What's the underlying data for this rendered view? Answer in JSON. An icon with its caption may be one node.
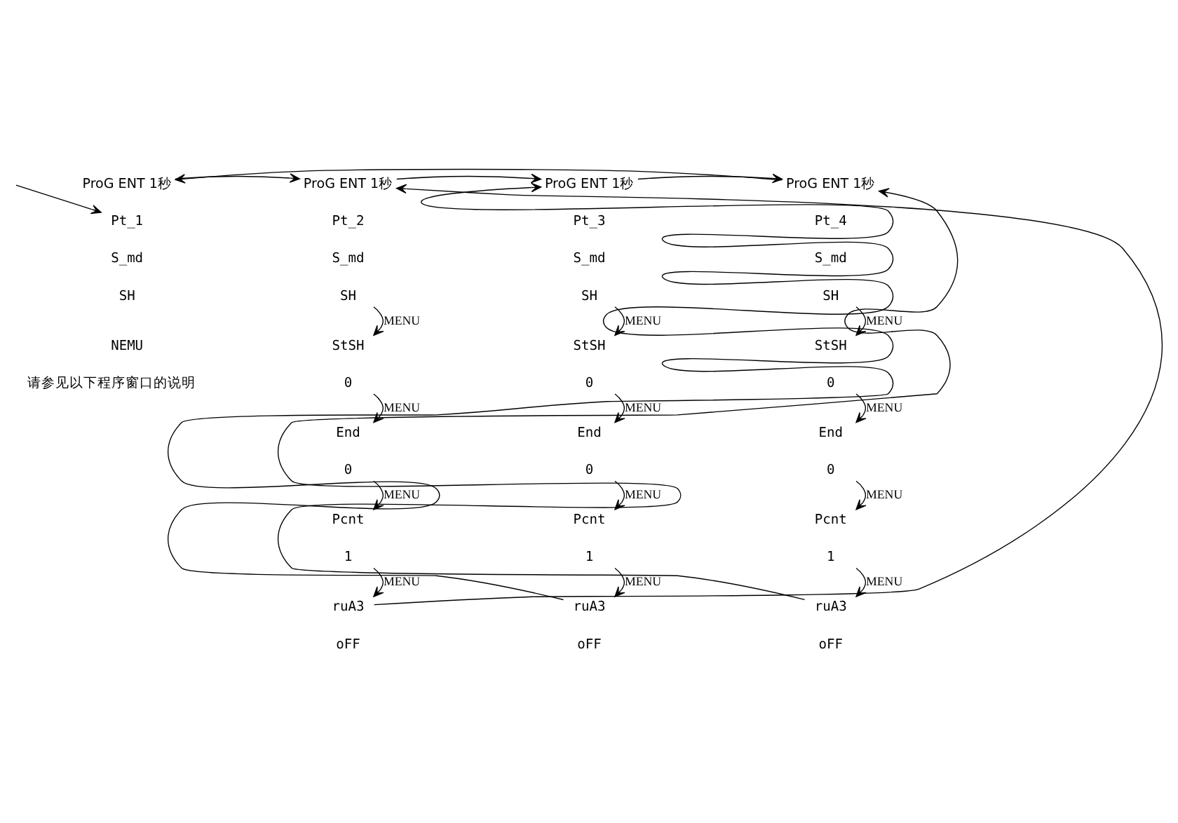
{
  "diagram": {
    "nodes": [
      {
        "text": [
          "ProG ENT 1秒"
        ]
      },
      {
        "text": [
          "Pt_1"
        ]
      },
      {
        "text": [
          "S_md"
        ]
      },
      {
        "text": [
          "SH"
        ]
      },
      {
        "text": [
          "NEMU"
        ]
      },
      {
        "text": [
          "ProG ENT 1秒"
        ]
      },
      {
        "text": [
          "Pt_2"
        ]
      },
      {
        "text": [
          "S_md"
        ]
      },
      {
        "text": [
          "SH"
        ]
      },
      {
        "text": [
          "StSH"
        ]
      },
      {
        "text": [
          "0"
        ]
      },
      {
        "text": [
          "End"
        ]
      },
      {
        "text": [
          "0"
        ]
      },
      {
        "text": [
          "Pcnt"
        ]
      },
      {
        "text": [
          "1"
        ]
      },
      {
        "text": [
          "ruA3"
        ]
      },
      {
        "text": [
          "oFF"
        ]
      },
      {
        "text": [
          "ProG ENT 1秒"
        ]
      },
      {
        "text": [
          "Pt_3"
        ]
      },
      {
        "text": [
          "S_md"
        ]
      },
      {
        "text": [
          "SH"
        ]
      },
      {
        "text": [
          "StSH"
        ]
      },
      {
        "text": [
          "0"
        ]
      },
      {
        "text": [
          "End"
        ]
      },
      {
        "text": [
          "0"
        ]
      },
      {
        "text": [
          "Pcnt"
        ]
      },
      {
        "text": [
          "1"
        ]
      },
      {
        "text": [
          "ruA3"
        ]
      },
      {
        "text": [
          "oFF"
        ]
      },
      {
        "text": [
          "ProG ENT 1秒"
        ]
      },
      {
        "text": [
          "Pt_4"
        ]
      },
      {
        "text": [
          "S_md"
        ]
      },
      {
        "text": [
          "SH"
        ]
      },
      {
        "text": [
          "StSH"
        ]
      },
      {
        "text": [
          "0"
        ]
      },
      {
        "text": [
          "End"
        ]
      },
      {
        "text": [
          "0"
        ]
      },
      {
        "text": [
          "Pcnt"
        ]
      },
      {
        "text": [
          "1"
        ]
      },
      {
        "text": [
          "ruA3"
        ]
      },
      {
        "text": [
          "oFF"
        ]
      }
    ],
    "edges": [
      {
        "from": 0,
        "to": 5,
        "arrow": "to"
      },
      {
        "from": 5,
        "to": 17,
        "arrow": "to"
      },
      {
        "from": 17,
        "to": 29,
        "arrow": "to"
      },
      {
        "from": 29,
        "to": 0,
        "arrow": "to"
      },
      {
        "from": null,
        "to": 1,
        "arrow": "to"
      },
      {
        "from": 8,
        "to": 9,
        "arrow": "to",
        "label": "MENU"
      },
      {
        "from": 10,
        "to": 11,
        "arrow": "to",
        "label": "MENU"
      },
      {
        "from": 12,
        "to": 13,
        "arrow": "to",
        "label": "MENU"
      },
      {
        "from": 14,
        "to": 15,
        "arrow": "to",
        "label": "MENU"
      },
      {
        "from": 15,
        "to": 5,
        "arrow": "to"
      },
      {
        "from": 20,
        "to": 21,
        "arrow": "to",
        "label": "MENU"
      },
      {
        "from": 22,
        "to": 23,
        "arrow": "to",
        "label": "MENU"
      },
      {
        "from": 24,
        "to": 25,
        "arrow": "to",
        "label": "MENU"
      },
      {
        "from": 26,
        "to": 27,
        "arrow": "to",
        "label": "MENU"
      },
      {
        "from": 27,
        "to": 17,
        "arrow": "to"
      },
      {
        "from": 32,
        "to": 33,
        "arrow": "to",
        "label": "MENU"
      },
      {
        "from": 34,
        "to": 35,
        "arrow": "to",
        "label": "MENU"
      },
      {
        "from": 36,
        "to": 37,
        "arrow": "to",
        "label": "MENU"
      },
      {
        "from": 38,
        "to": 39,
        "arrow": "to",
        "label": "MENU"
      },
      {
        "from": 39,
        "to": 29,
        "arrow": "to"
      }
    ],
    "labels": [
      "请参见以下程序窗口的说明"
    ]
  }
}
